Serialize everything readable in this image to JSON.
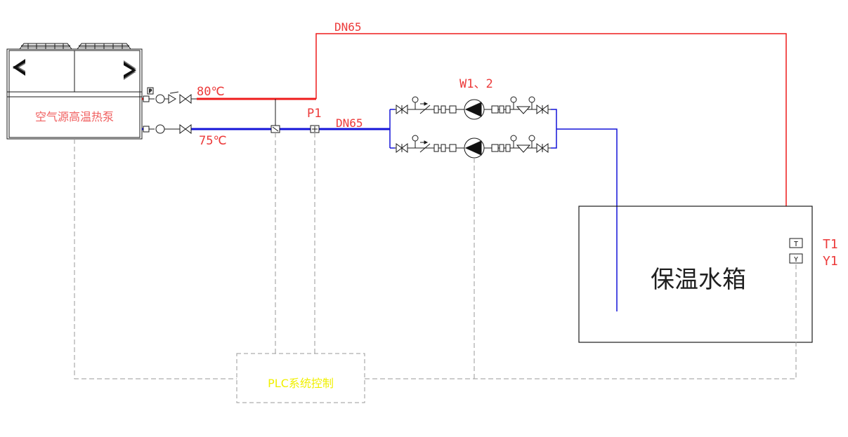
{
  "equipment": {
    "heat_pump_label": "空气源高温热泵",
    "tank_label": "保温水箱",
    "controller_label": "PLC系统控制"
  },
  "labels": {
    "pipe_size_top": "DN65",
    "pipe_size_supply": "DN65",
    "temp_hot": "80℃",
    "temp_return": "75℃",
    "pressure_sensor": "P1",
    "pump_group": "W1、2",
    "tank_temp": "T1",
    "tank_level": "Y1",
    "sensor_t_glyph": "T",
    "sensor_y_glyph": "Y",
    "gauge_glyph": "P"
  },
  "colors": {
    "hot_pipe": "#ee1c1c",
    "cold_pipe": "#1414d8",
    "signal_line": "#9a9a9a",
    "outline": "#1a1a1a",
    "label_red": "#ec3a3a",
    "controller_text": "#f0f000"
  }
}
